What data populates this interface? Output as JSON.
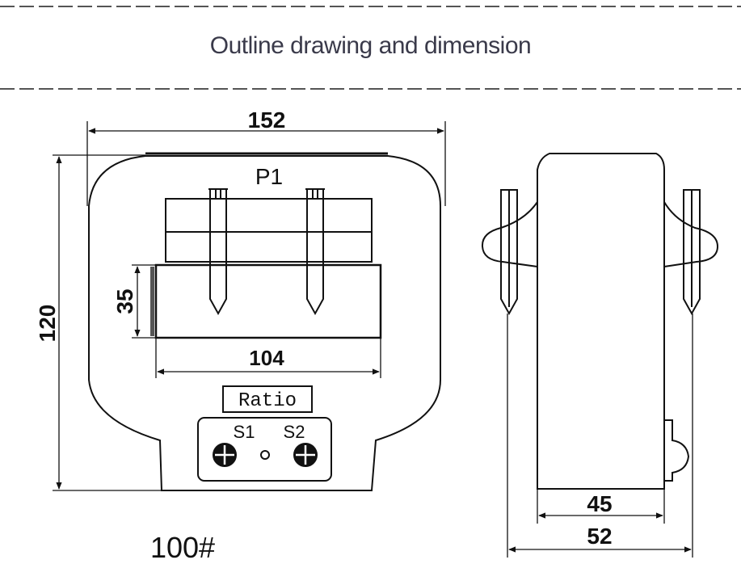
{
  "header": {
    "title": "Outline drawing and dimension"
  },
  "front_view": {
    "terminal_label": "P1",
    "width_dim": "152",
    "height_dim": "120",
    "window_height_dim": "35",
    "window_width_dim": "104",
    "ratio_label": "Ratio",
    "secondary_left": "S1",
    "secondary_right": "S2",
    "model": "100#"
  },
  "side_view": {
    "inner_width_dim": "45",
    "outer_width_dim": "52"
  }
}
